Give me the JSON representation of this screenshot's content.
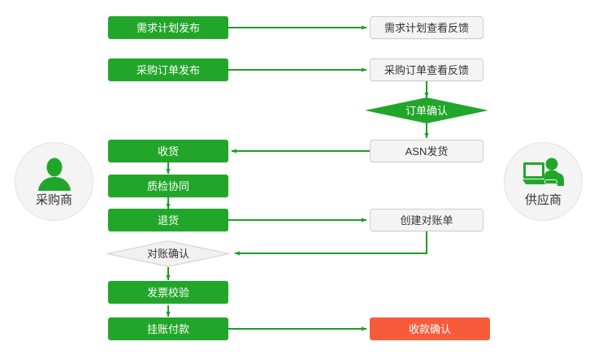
{
  "diagram": {
    "type": "flowchart",
    "title": "",
    "colors": {
      "green": "#22a62a",
      "grey_fill": "#f4f4f4",
      "grey_border": "#cfcfcf",
      "orange": "#f65c3c",
      "arrow": "#1f9d27"
    }
  },
  "actors": {
    "left": {
      "label": "采购商",
      "icon": "person-icon"
    },
    "right": {
      "label": "供应商",
      "icon": "person-at-computer-icon"
    }
  },
  "nodes": {
    "demand_plan_publish": {
      "label": "需求计划发布",
      "style": "green"
    },
    "demand_plan_review": {
      "label": "需求计划查看反馈",
      "style": "grey"
    },
    "po_publish": {
      "label": "采购订单发布",
      "style": "green"
    },
    "po_review": {
      "label": "采购订单查看反馈",
      "style": "grey"
    },
    "order_confirm": {
      "label": "订单确认",
      "style": "green-diamond"
    },
    "asn_ship": {
      "label": "ASN发货",
      "style": "grey"
    },
    "receive_goods": {
      "label": "收货",
      "style": "green"
    },
    "quality_collab": {
      "label": "质检协同",
      "style": "green"
    },
    "return_goods": {
      "label": "退货",
      "style": "green"
    },
    "create_statement": {
      "label": "创建对账单",
      "style": "grey"
    },
    "statement_confirm": {
      "label": "对账确认",
      "style": "grey-diamond"
    },
    "invoice_verify": {
      "label": "发票校验",
      "style": "green"
    },
    "payable_payment": {
      "label": "挂账付款",
      "style": "green"
    },
    "receipt_confirm": {
      "label": "收款确认",
      "style": "orange"
    }
  },
  "edges": [
    {
      "from": "demand_plan_publish",
      "to": "demand_plan_review"
    },
    {
      "from": "po_publish",
      "to": "po_review"
    },
    {
      "from": "po_review",
      "to": "order_confirm"
    },
    {
      "from": "order_confirm",
      "to": "asn_ship"
    },
    {
      "from": "asn_ship",
      "to": "receive_goods"
    },
    {
      "from": "receive_goods",
      "to": "quality_collab"
    },
    {
      "from": "quality_collab",
      "to": "return_goods"
    },
    {
      "from": "return_goods",
      "to": "create_statement"
    },
    {
      "from": "create_statement",
      "to": "statement_confirm"
    },
    {
      "from": "statement_confirm",
      "to": "invoice_verify"
    },
    {
      "from": "invoice_verify",
      "to": "payable_payment"
    },
    {
      "from": "payable_payment",
      "to": "receipt_confirm"
    }
  ]
}
